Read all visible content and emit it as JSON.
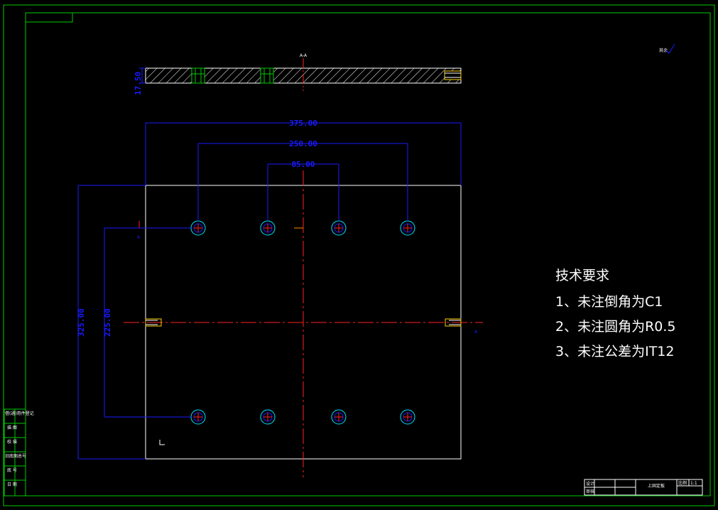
{
  "section_label": "A-A",
  "roughness_note": "其余",
  "dimensions": {
    "thickness": "17.50",
    "overall_width": "375.00",
    "hole_spacing_outer": "250.00",
    "hole_spacing_inner": "85.00",
    "overall_height": "325.00",
    "hole_spacing_vertical": "225.00"
  },
  "section_arrow_label": "A",
  "tech_requirements": {
    "title": "技术要求",
    "items": [
      "1、未注倒角为C1",
      "2、未注圆角为R0.5",
      "3、未注公差为IT12"
    ]
  },
  "side_table": [
    "借(通)用件登记",
    "描 图",
    "校 描",
    "旧底图总号",
    "底 号",
    "日 期"
  ],
  "title_block": {
    "part_name": "上固定板",
    "scale_label": "比例",
    "scale_value": "1:1",
    "row_labels": [
      "设计",
      "审核"
    ]
  },
  "colors": {
    "frame": "#00cc00",
    "outline": "#ffffff",
    "dimension": "#1a1aff",
    "centerline": "#ff2020",
    "hole_outer": "#00e5ff",
    "thread": "#ffd000"
  }
}
